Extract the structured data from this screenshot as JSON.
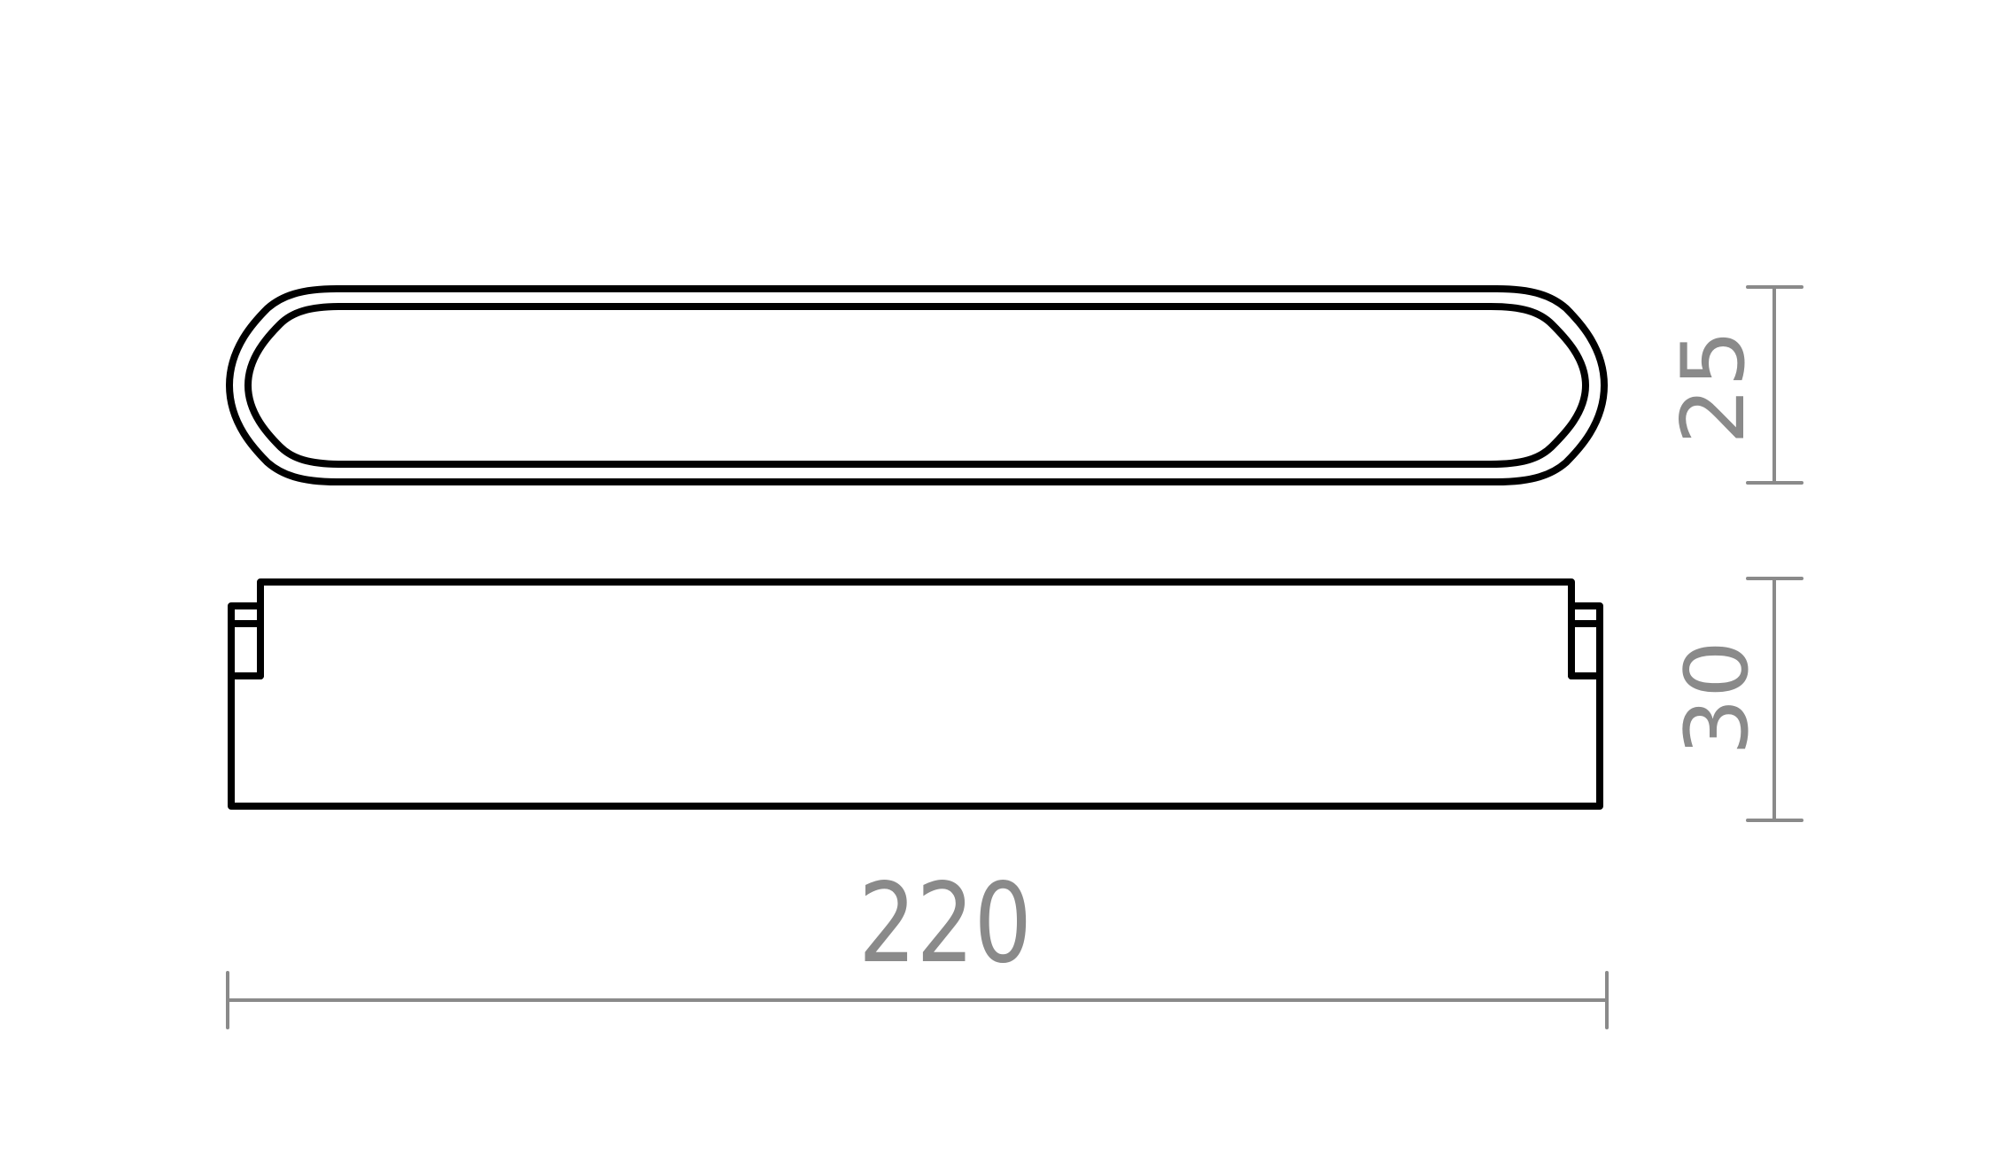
{
  "drawing": {
    "type": "technical dimension drawing",
    "units": "mm",
    "views": [
      {
        "name": "top-view",
        "shape": "rounded pill with double outline"
      },
      {
        "name": "side-view",
        "shape": "rectangle with end mounting tabs"
      }
    ],
    "colors": {
      "outline": "#000000",
      "dimension": "#8a8a8a",
      "background": "#ffffff"
    }
  },
  "dimensions": {
    "width": {
      "label": "220",
      "orientation": "horizontal"
    },
    "top_depth": {
      "label": "25",
      "orientation": "vertical"
    },
    "side_height": {
      "label": "30",
      "orientation": "vertical"
    }
  }
}
